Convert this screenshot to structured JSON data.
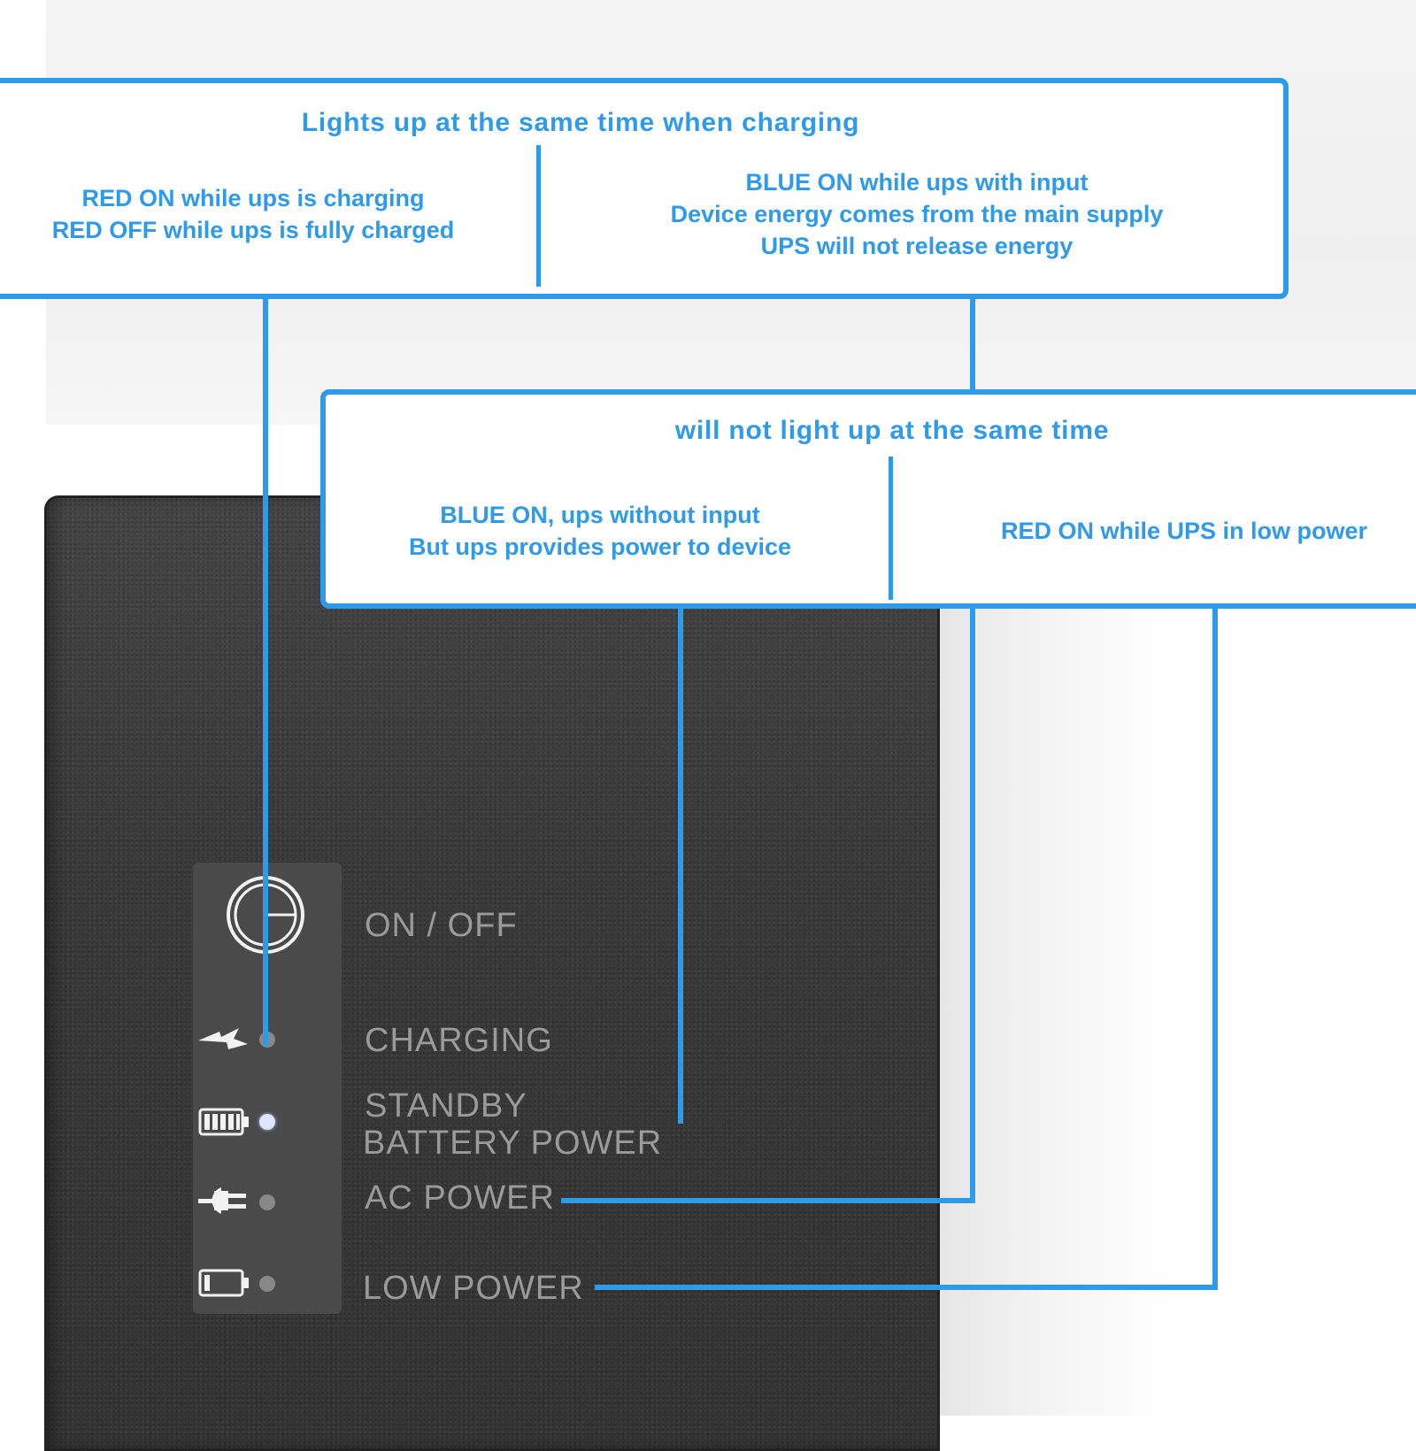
{
  "callout_top": {
    "title": "Lights up at the same time when charging",
    "left_text": [
      "RED ON while ups is charging",
      "RED OFF while ups is fully charged"
    ],
    "right_text": [
      "BLUE ON while ups with input",
      "Device energy comes from the main supply",
      "UPS will not release energy"
    ]
  },
  "callout_bottom": {
    "title": "will not light up at the same time",
    "left_text": [
      "BLUE ON, ups without input",
      "But ups provides power to device"
    ],
    "right_text": [
      "RED ON while UPS in low power"
    ]
  },
  "device": {
    "labels": {
      "on_off": "ON / OFF",
      "charging": "CHARGING",
      "standby_1": "STANDBY",
      "standby_2": "BATTERY POWER",
      "ac_power": "AC POWER",
      "low_power": "LOW POWER"
    },
    "icons": [
      "power-button-icon",
      "charging-bolt-icon",
      "battery-full-icon",
      "plug-icon",
      "battery-low-icon"
    ]
  },
  "colors": {
    "accent": "#2f9ae8",
    "device_body": "#3b3b3b",
    "label_gray": "#9a9a9a"
  }
}
